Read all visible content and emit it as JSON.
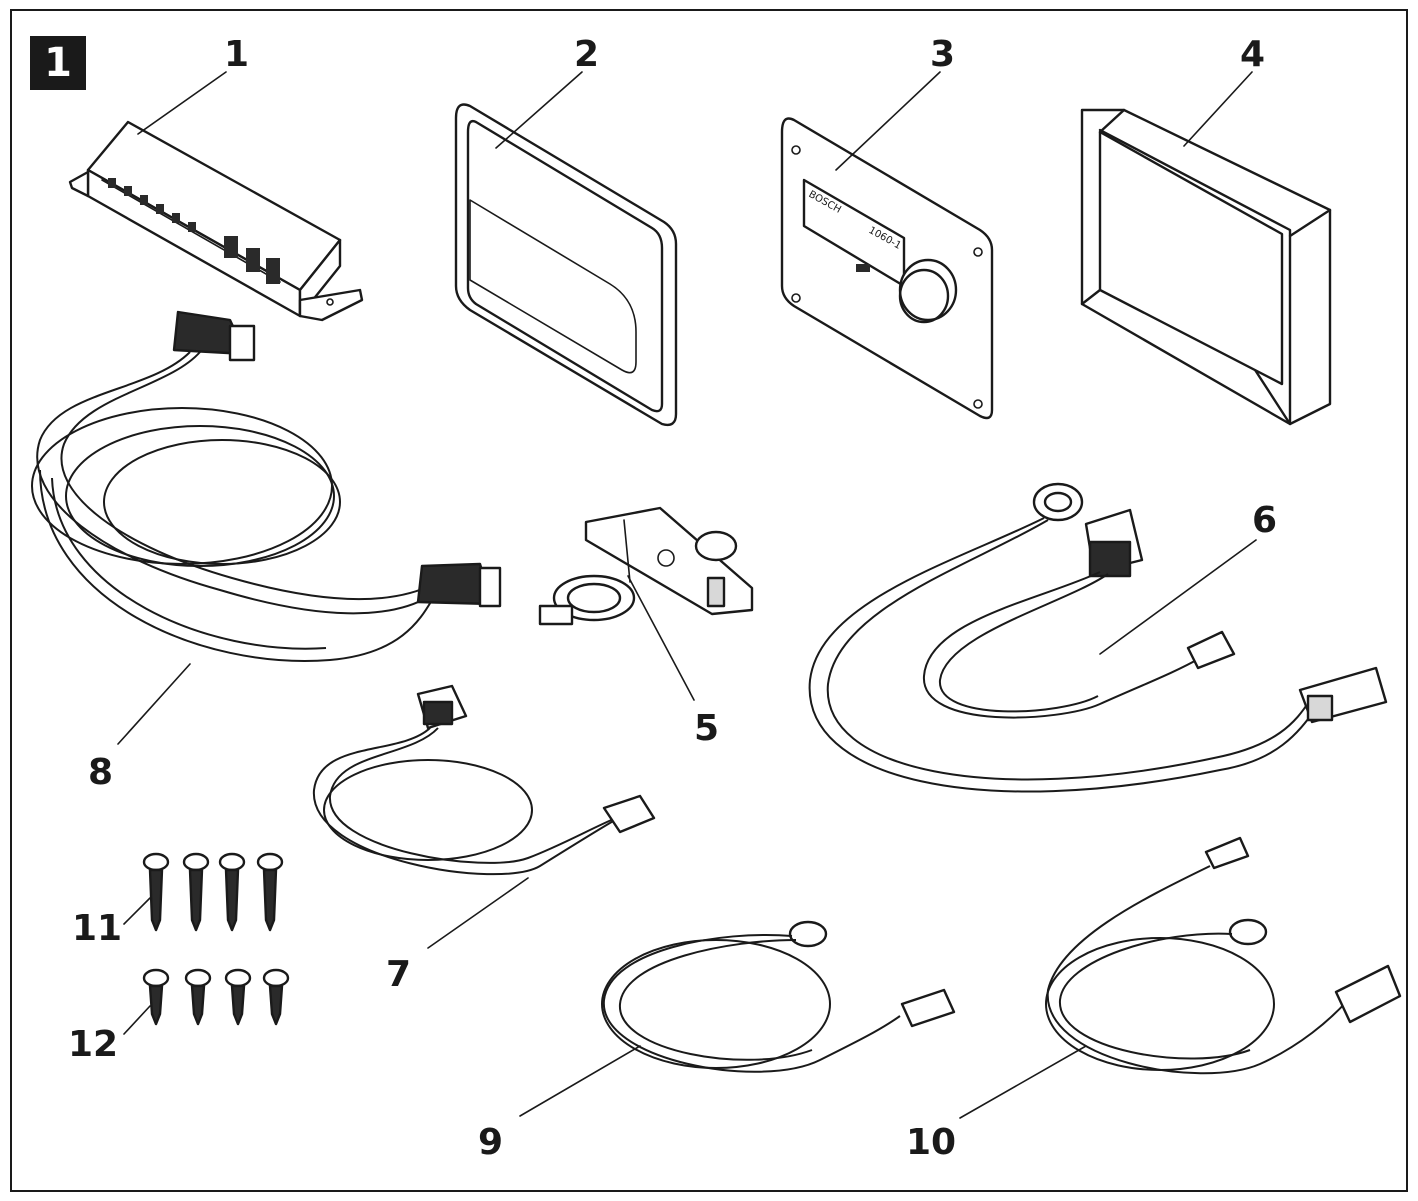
{
  "figure": {
    "badge": "1"
  },
  "callouts": [
    {
      "id": "1",
      "label": "1"
    },
    {
      "id": "2",
      "label": "2"
    },
    {
      "id": "3",
      "label": "3"
    },
    {
      "id": "4",
      "label": "4"
    },
    {
      "id": "5",
      "label": "5"
    },
    {
      "id": "6",
      "label": "6"
    },
    {
      "id": "7",
      "label": "7"
    },
    {
      "id": "8",
      "label": "8"
    },
    {
      "id": "9",
      "label": "9"
    },
    {
      "id": "10",
      "label": "10"
    },
    {
      "id": "11",
      "label": "11"
    },
    {
      "id": "12",
      "label": "12"
    }
  ],
  "panel3": {
    "text_left": "BOSCH",
    "text_right": "1060-1"
  },
  "colors": {
    "line": "#1a1a1a",
    "background": "#ffffff",
    "badge_bg": "#1a1a1a",
    "badge_fg": "#ffffff"
  }
}
